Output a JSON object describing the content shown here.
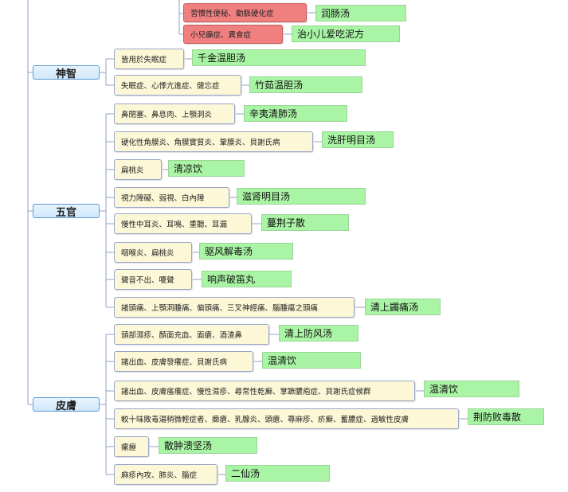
{
  "categories": [
    {
      "label": "神智"
    },
    {
      "label": "五官"
    },
    {
      "label": "皮膚"
    }
  ],
  "rows": [
    {
      "symptom": "習慣性便秘、動脈硬化症",
      "prescription": "润肠汤",
      "highlight": true
    },
    {
      "symptom": "小兒癲症、異食症",
      "prescription": "治小儿爱吃泥方",
      "highlight": true
    },
    {
      "symptom": "皆用於失眠症",
      "prescription": "千金温胆汤"
    },
    {
      "symptom": "失眠症、心悸亢進症、健忘症",
      "prescription": "竹茹温胆汤"
    },
    {
      "symptom": "鼻閉塞、鼻息肉、上顎洞炎",
      "prescription": "辛夷清肺汤"
    },
    {
      "symptom": "硬化性角膜炎、角膜實質炎、鞏膜炎、貝謝氏病",
      "prescription": "洗肝明目汤"
    },
    {
      "symptom": "扁桃炎",
      "prescription": "清凉饮"
    },
    {
      "symptom": "視力障礙、弱視、白內障",
      "prescription": "滋肾明目汤"
    },
    {
      "symptom": "慢性中耳炎、耳鳴、重聽、耳漏",
      "prescription": "蔓荆子散"
    },
    {
      "symptom": "咽喉炎、扁桃炎",
      "prescription": "驱风解毒汤"
    },
    {
      "symptom": "聲音不出、嗄聲",
      "prescription": "响声破笛丸"
    },
    {
      "symptom": "諸頭痛、上顎洞腫痛、偏頭痛、三叉神經痛、腦腫瘍之頭痛",
      "prescription": "清上蠲痛汤"
    },
    {
      "symptom": "頭部濕疹、顏面充血、面瘡、酒渣鼻",
      "prescription": "清上防风汤"
    },
    {
      "symptom": "諸出血、皮膚發癢症、貝謝氏病",
      "prescription": "温清饮"
    },
    {
      "symptom": "諸出血、皮膚瘙癢症、慢性濕疹、尋常性乾癬、掌蹠膿疱症、貝謝氏症候群",
      "prescription": "温清饮"
    },
    {
      "symptom": "較十味敗毒湯稍微輕症者、癤瘡、乳腺炎、頭瘡、蕁麻疹、疥癬、蓄膿症、過敏性皮膚",
      "prescription": "荆防败毒散"
    },
    {
      "symptom": "瘰癧",
      "prescription": "散肿溃坚汤"
    },
    {
      "symptom": "麻疹內攻、肺炎、腦症",
      "prescription": "二仙汤"
    }
  ]
}
